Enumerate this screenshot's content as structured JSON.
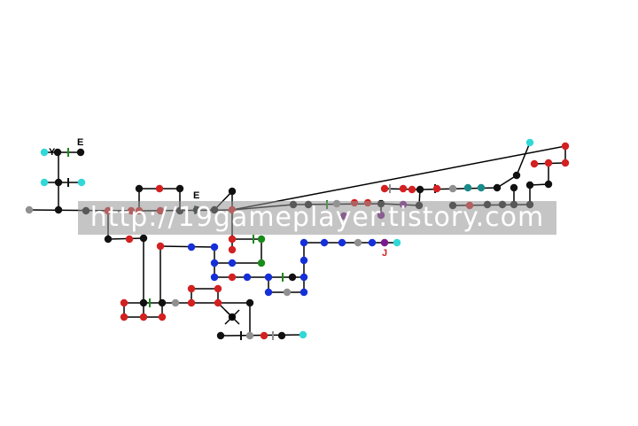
{
  "watermark_text": "http://19gameplayer.tistory.com",
  "labels": {
    "e_top": "E",
    "e_mid": "E",
    "y_mark": "Y",
    "j_mark": "J"
  },
  "colors": {
    "black": "#111111",
    "red": "#d42020",
    "blue": "#1530d8",
    "gray": "#909090",
    "green": "#1a8a1a",
    "purple": "#7a1a8a",
    "teal": "#1a8a8a",
    "cyan": "#30d8d8",
    "line": "#000000"
  }
}
